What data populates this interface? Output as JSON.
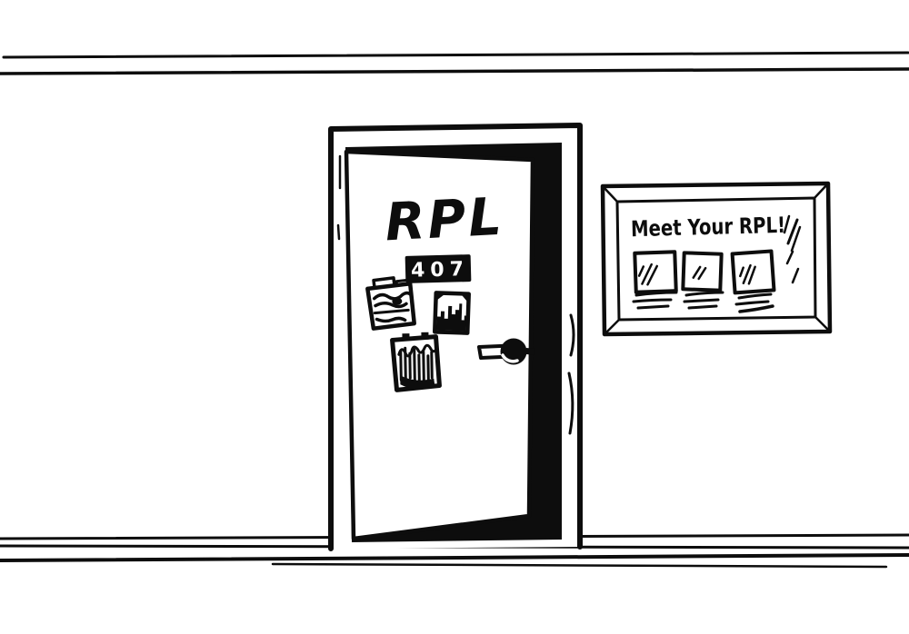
{
  "colors": {
    "ink": "#0d0d0d",
    "paper": "#ffffff"
  },
  "door": {
    "label": "RPL",
    "room_number": "407"
  },
  "bulletin_board": {
    "title": "Meet Your RPL!"
  }
}
